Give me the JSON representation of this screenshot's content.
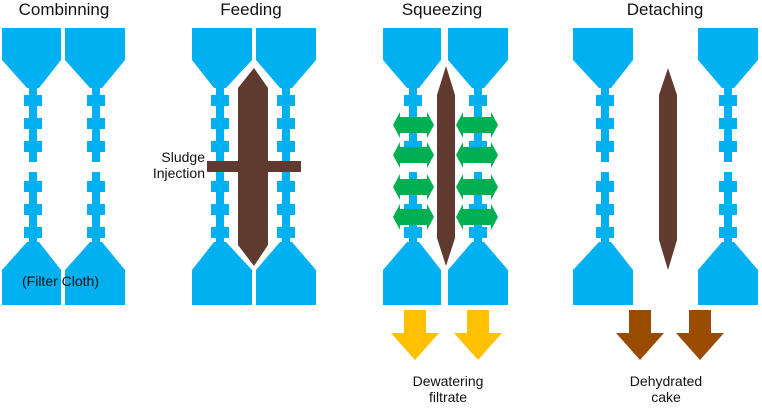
{
  "colors": {
    "cloth": "#00b0f0",
    "sludge": "#603a2e",
    "squeeze_arrow": "#00b050",
    "filtrate_arrow": "#ffc000",
    "cake_arrow": "#994c00",
    "text": "#111111"
  },
  "stages": [
    {
      "id": "combining",
      "title": "Combinning",
      "note": "(Filter Cloth)"
    },
    {
      "id": "feeding",
      "title": "Feeding",
      "note": "Sludge\nInjection"
    },
    {
      "id": "squeezing",
      "title": "Squeezing",
      "output_label_line1": "Dewatering",
      "output_label_line2": "filtrate"
    },
    {
      "id": "detaching",
      "title": "Detaching",
      "output_label_line1": "Dehydrated",
      "output_label_line2": "cake"
    }
  ],
  "labels": {
    "filter_cloth": "(Filter Cloth)",
    "sludge_line1": "Sludge",
    "sludge_line2": "Injection"
  }
}
